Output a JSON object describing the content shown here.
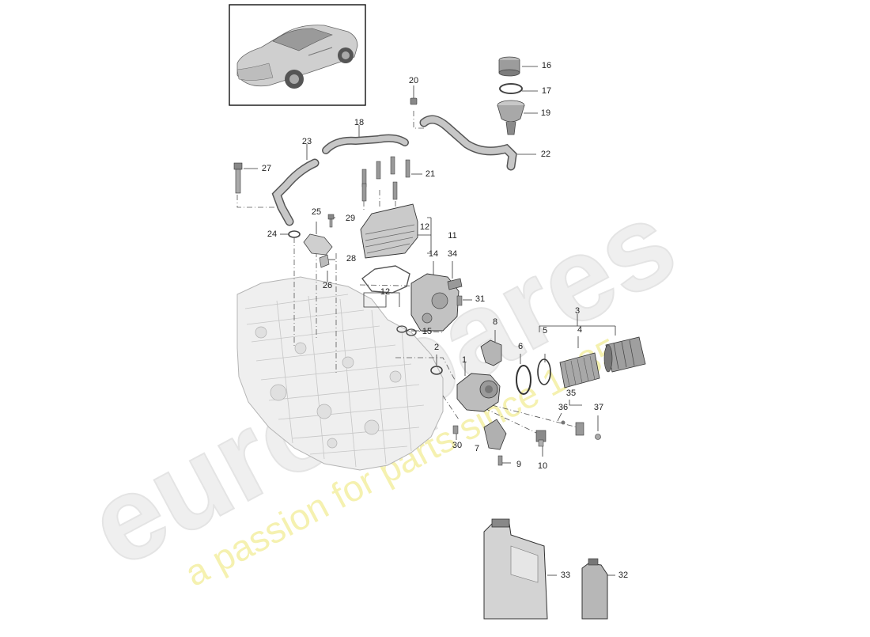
{
  "watermark": {
    "brand": "eurospares",
    "tagline": "a passion for parts since 1985",
    "tagline_color": "#f2ec9a",
    "brand_color": "#e8e8e8"
  },
  "thumbnail": {
    "icon": "car-icon"
  },
  "callouts": [
    "1",
    "2",
    "3",
    "4",
    "5",
    "6",
    "7",
    "8",
    "9",
    "10",
    "11",
    "12",
    "12",
    "14",
    "15",
    "16",
    "17",
    "18",
    "19",
    "20",
    "21",
    "22",
    "23",
    "24",
    "25",
    "26",
    "27",
    "28",
    "29",
    "30",
    "31",
    "32",
    "33",
    "34",
    "35",
    "36",
    "37"
  ],
  "colors": {
    "line": "#333333",
    "part_fill": "#d6d6d6",
    "part_dark": "#8a8a8a"
  }
}
